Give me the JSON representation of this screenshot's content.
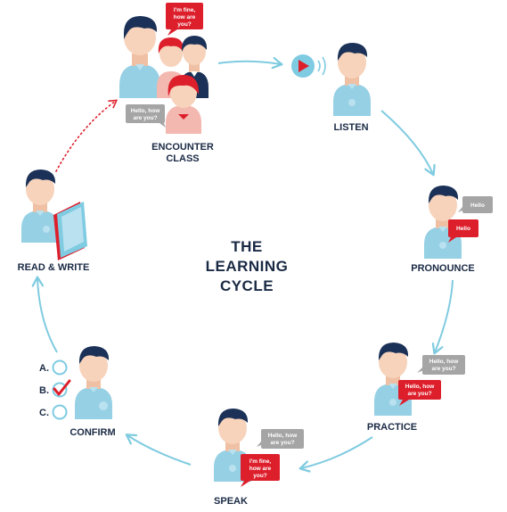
{
  "diagram": {
    "title": [
      "THE",
      "LEARNING",
      "CYCLE"
    ],
    "colors": {
      "skin": "#f7d3bb",
      "skin_shade": "#efc0a3",
      "hair": "#1b3157",
      "shirt": "#96d0e5",
      "shirt_shade": "#b9e1ef",
      "arrow": "#7fcbe0",
      "red": "#dd1f2c",
      "gray_bubble": "#a5a5a5",
      "dark_text": "#1a2a44",
      "book_blue": "#7ecbe2"
    },
    "stages": {
      "encounter": {
        "label": [
          "ENCOUNTER",
          "CLASS"
        ],
        "bubble_red": [
          "I'm fine,",
          "how are",
          "you?"
        ],
        "bubble_gray": [
          "Hello, how",
          "are you?"
        ]
      },
      "listen": {
        "label": [
          "LISTEN"
        ],
        "icon": "play-speaker-icon"
      },
      "pronounce": {
        "label": [
          "PRONOUNCE"
        ],
        "bubble_gray": [
          "Hello"
        ],
        "bubble_red": [
          "Hello"
        ]
      },
      "practice": {
        "label": [
          "PRACTICE"
        ],
        "bubble_gray": [
          "Hello, how",
          "are you?"
        ],
        "bubble_red": [
          "Hello, how",
          "are you?"
        ]
      },
      "speak": {
        "label": [
          "SPEAK"
        ],
        "bubble_gray": [
          "Hello, how",
          "are you?"
        ],
        "bubble_red": [
          "I'm fine,",
          "how are",
          "you?"
        ]
      },
      "confirm": {
        "label": [
          "CONFIRM"
        ],
        "options": [
          "A.",
          "B.",
          "C."
        ],
        "checked_option": "B."
      },
      "read_write": {
        "label": [
          "READ & WRITE"
        ],
        "icon": "book-icon"
      }
    }
  }
}
